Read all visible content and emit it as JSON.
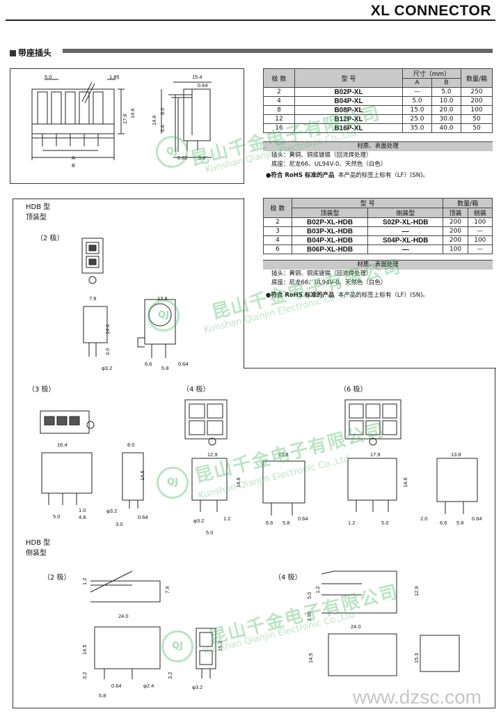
{
  "header": {
    "title": "XL CONNECTOR"
  },
  "section": {
    "label": "带座插头"
  },
  "table1": {
    "headers": {
      "poles": "极 数",
      "model": "型 号",
      "dims": "尺寸（mm）",
      "a": "A",
      "b": "B",
      "qty": "数量/箱"
    },
    "rows": [
      {
        "poles": "2",
        "model": "B02P-XL",
        "a": "—",
        "b": "5.0",
        "qty": "250"
      },
      {
        "poles": "4",
        "model": "B04P-XL",
        "a": "5.0",
        "b": "10.0",
        "qty": "200"
      },
      {
        "poles": "8",
        "model": "B08P-XL",
        "a": "15.0",
        "b": "20.0",
        "qty": "100"
      },
      {
        "poles": "12",
        "model": "B12P-XL",
        "a": "25.0",
        "b": "30.0",
        "qty": "50"
      },
      {
        "poles": "16",
        "model": "B16P-XL",
        "a": "35.0",
        "b": "40.0",
        "qty": "50"
      }
    ]
  },
  "material1": {
    "heading": "材质、表面处理",
    "pin": "插头：黄铜、铜底镀锡（回流焊处理）",
    "base": "底座：尼龙66、UL94V-0、天然色（白色）"
  },
  "rohs1": {
    "bullet": "●符合 RoHS 标准的产品",
    "text": "本产品的标签上标有（LF）(SN)。"
  },
  "table2": {
    "headers": {
      "poles": "极 数",
      "model": "型 号",
      "top": "顶装型",
      "side": "侧装型",
      "qty": "数量/箱",
      "qtop": "顶装",
      "qside": "侧装"
    },
    "rows": [
      {
        "poles": "2",
        "top": "B02P-XL-HDB",
        "side": "S02P-XL-HDB",
        "qtop": "200",
        "qside": "100"
      },
      {
        "poles": "3",
        "top": "B03P-XL-HDB",
        "side": "—",
        "qtop": "200",
        "qside": "—"
      },
      {
        "poles": "4",
        "top": "B04P-XL-HDB",
        "side": "S04P-XL-HDB",
        "qtop": "200",
        "qside": "100"
      },
      {
        "poles": "6",
        "top": "B06P-XL-HDB",
        "side": "—",
        "qtop": "100",
        "qside": "—"
      }
    ]
  },
  "material2": {
    "heading": "材质、表面处理",
    "pin": "插头：黄铜、铜底镀锡（回流焊处理）",
    "base": "底座：尼龙66、UL94V-0、天然色（白色）"
  },
  "rohs2": {
    "bullet": "●符合 RoHS 标准的产品",
    "text": "本产品的标签上标有（LF）(SN)。"
  },
  "hdb_top": {
    "line1": "HDB 型",
    "line2": "顶装型"
  },
  "hdb_side": {
    "line1": "HDB 型",
    "line2": "侧装型"
  },
  "pole_labels": {
    "p2": "（2 极）",
    "p3": "（3 极）",
    "p4": "（4 极）",
    "p6": "（6 极）",
    "s2": "（2 极）",
    "s4": "（4 极）"
  },
  "dims": {
    "d5_0": "5.0",
    "d1_85": "1.85",
    "d15_4": "15.4",
    "d0_64": "0.64",
    "d17_6": "17.6",
    "d14_6": "14.6",
    "d8_0": "8.0",
    "d3_4": "3.4",
    "d6_62": "6.62",
    "d5_8": "5.8",
    "dA": "A",
    "dB": "B",
    "d7_9": "7.9",
    "d13_8": "13.8",
    "d3_0": "3.0",
    "dphi3_2": "φ3.2",
    "d6_6": "6.6",
    "d16_4": "16.4",
    "d8_0b": "8.0",
    "d4_8": "4.8",
    "d1_0": "1.0",
    "d12_9": "12.9",
    "d1_2": "1.2",
    "d17_9": "17.9",
    "d2_0": "2.0",
    "d24_0": "24.0",
    "d14_5": "14.5",
    "d15_3": "15.3",
    "d3_2": "3.2",
    "dphi2_4": "φ2.4",
    "d3_95": "3.95"
  },
  "watermark": {
    "cn": "昆山千金电子有限公司",
    "en": "Kunshan Qianjin Electronic Co.,Ltd",
    "logo": "QJ"
  },
  "site": {
    "url": "www.dzsc.com"
  }
}
